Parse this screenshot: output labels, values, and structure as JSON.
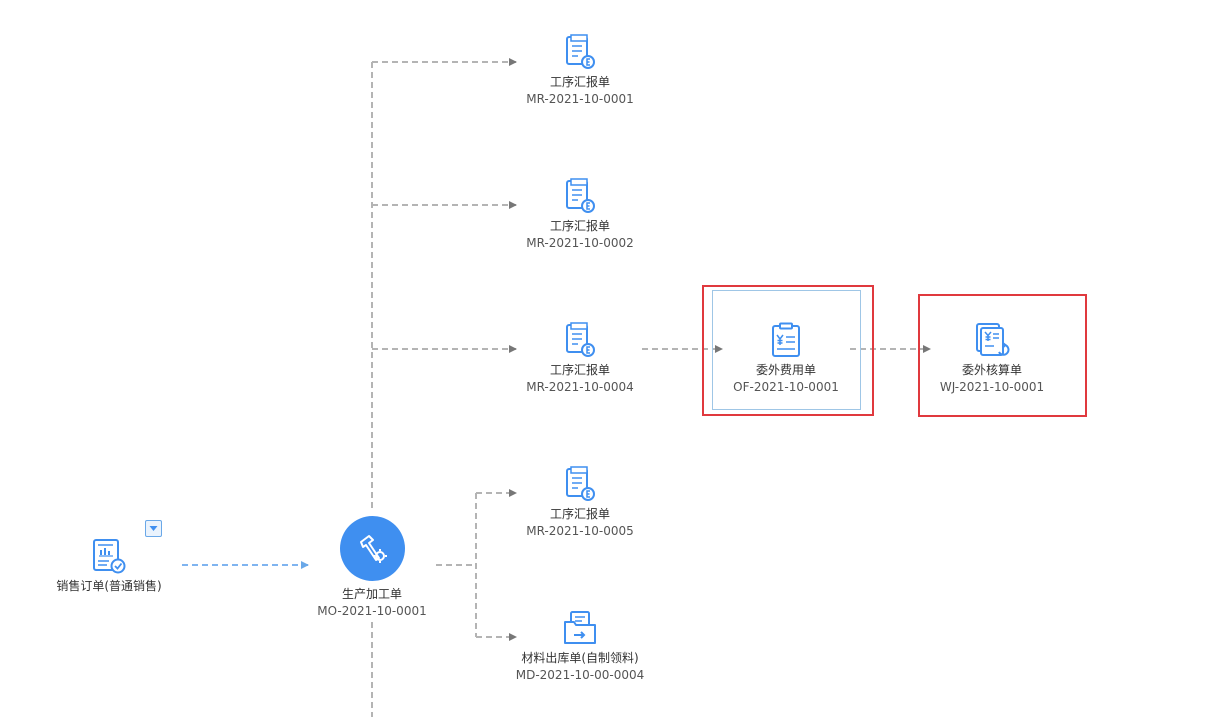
{
  "sales_order": {
    "title": "销售订单(普通销售)"
  },
  "production_order": {
    "title": "生产加工单",
    "code": "MO-2021-10-0001"
  },
  "reports": [
    {
      "title": "工序汇报单",
      "code": "MR-2021-10-0001"
    },
    {
      "title": "工序汇报单",
      "code": "MR-2021-10-0002"
    },
    {
      "title": "工序汇报单",
      "code": "MR-2021-10-0004"
    },
    {
      "title": "工序汇报单",
      "code": "MR-2021-10-0005"
    }
  ],
  "material_issue": {
    "title": "材料出库单(自制领料)",
    "code": "MD-2021-10-00-0004"
  },
  "outsource_fee": {
    "title": "委外费用单",
    "code": "OF-2021-10-0001"
  },
  "outsource_settle": {
    "title": "委外核算单",
    "code": "WJ-2021-10-0001"
  },
  "colors": {
    "accent": "#3f8ff0",
    "highlight": "#e0393e",
    "line": "#b4b4b4",
    "line_blue": "#7fb4f0"
  }
}
